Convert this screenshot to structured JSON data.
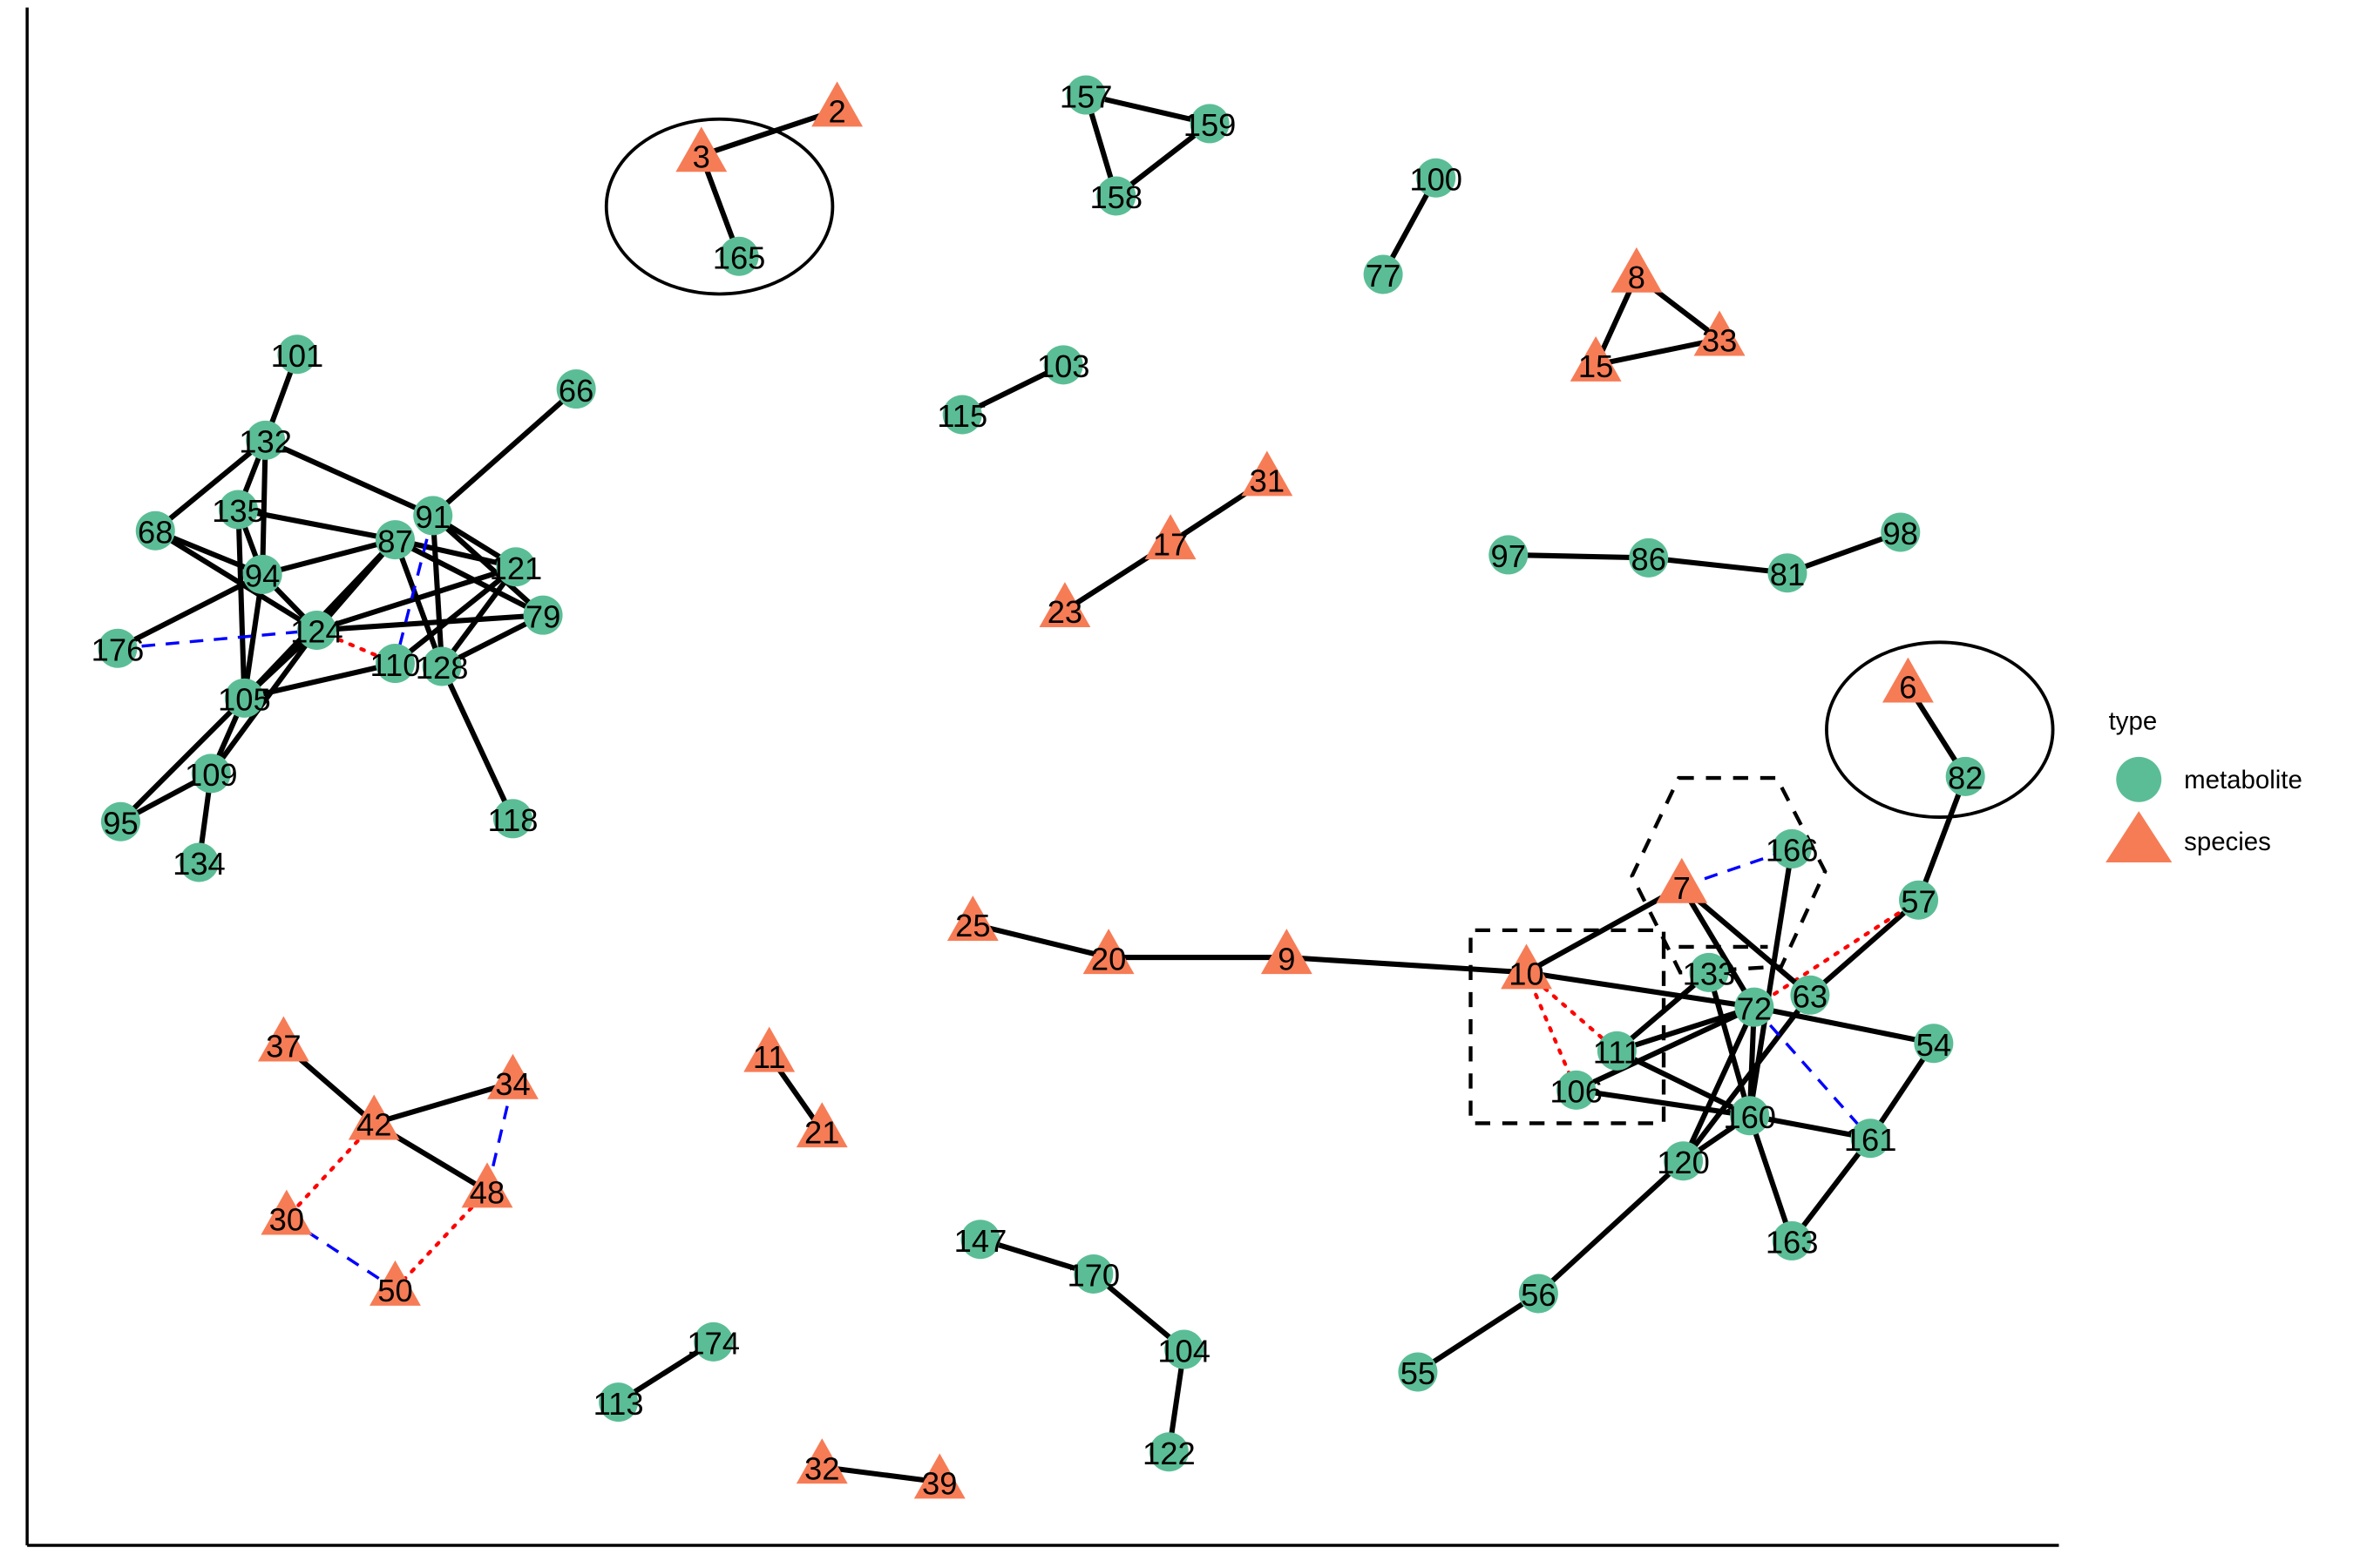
{
  "legend": {
    "title": "type",
    "items": [
      {
        "label": "metabolite",
        "shape": "circle",
        "color": "#5bbd96"
      },
      {
        "label": "species",
        "shape": "triangle",
        "color": "#f67c56"
      }
    ]
  },
  "colors": {
    "metabolite": "#5bbd96",
    "species": "#f67c56",
    "solid_edge": "#000000",
    "dashed_edge": "#0000ff",
    "dotted_edge": "#ff0000"
  },
  "nodes": [
    {
      "id": "101",
      "type": "metabolite"
    },
    {
      "id": "66",
      "type": "metabolite"
    },
    {
      "id": "132",
      "type": "metabolite"
    },
    {
      "id": "135",
      "type": "metabolite"
    },
    {
      "id": "68",
      "type": "metabolite"
    },
    {
      "id": "91",
      "type": "metabolite"
    },
    {
      "id": "87",
      "type": "metabolite"
    },
    {
      "id": "94",
      "type": "metabolite"
    },
    {
      "id": "121",
      "type": "metabolite"
    },
    {
      "id": "79",
      "type": "metabolite"
    },
    {
      "id": "176",
      "type": "metabolite"
    },
    {
      "id": "124",
      "type": "metabolite"
    },
    {
      "id": "110",
      "type": "metabolite"
    },
    {
      "id": "128",
      "type": "metabolite"
    },
    {
      "id": "105",
      "type": "metabolite"
    },
    {
      "id": "109",
      "type": "metabolite"
    },
    {
      "id": "95",
      "type": "metabolite"
    },
    {
      "id": "134",
      "type": "metabolite"
    },
    {
      "id": "118",
      "type": "metabolite"
    },
    {
      "id": "2",
      "type": "species"
    },
    {
      "id": "3",
      "type": "species"
    },
    {
      "id": "165",
      "type": "metabolite"
    },
    {
      "id": "157",
      "type": "metabolite"
    },
    {
      "id": "159",
      "type": "metabolite"
    },
    {
      "id": "158",
      "type": "metabolite"
    },
    {
      "id": "100",
      "type": "metabolite"
    },
    {
      "id": "77",
      "type": "metabolite"
    },
    {
      "id": "8",
      "type": "species"
    },
    {
      "id": "15",
      "type": "species"
    },
    {
      "id": "33",
      "type": "species"
    },
    {
      "id": "103",
      "type": "metabolite"
    },
    {
      "id": "115",
      "type": "metabolite"
    },
    {
      "id": "31",
      "type": "species"
    },
    {
      "id": "17",
      "type": "species"
    },
    {
      "id": "23",
      "type": "species"
    },
    {
      "id": "97",
      "type": "metabolite"
    },
    {
      "id": "86",
      "type": "metabolite"
    },
    {
      "id": "81",
      "type": "metabolite"
    },
    {
      "id": "98",
      "type": "metabolite"
    },
    {
      "id": "6",
      "type": "species"
    },
    {
      "id": "82",
      "type": "metabolite"
    },
    {
      "id": "166",
      "type": "metabolite"
    },
    {
      "id": "7",
      "type": "species"
    },
    {
      "id": "57",
      "type": "metabolite"
    },
    {
      "id": "10",
      "type": "species"
    },
    {
      "id": "133",
      "type": "metabolite"
    },
    {
      "id": "72",
      "type": "metabolite"
    },
    {
      "id": "63",
      "type": "metabolite"
    },
    {
      "id": "54",
      "type": "metabolite"
    },
    {
      "id": "111",
      "type": "metabolite"
    },
    {
      "id": "106",
      "type": "metabolite"
    },
    {
      "id": "160",
      "type": "metabolite"
    },
    {
      "id": "161",
      "type": "metabolite"
    },
    {
      "id": "120",
      "type": "metabolite"
    },
    {
      "id": "163",
      "type": "metabolite"
    },
    {
      "id": "56",
      "type": "metabolite"
    },
    {
      "id": "55",
      "type": "metabolite"
    },
    {
      "id": "25",
      "type": "species"
    },
    {
      "id": "20",
      "type": "species"
    },
    {
      "id": "9",
      "type": "species"
    },
    {
      "id": "11",
      "type": "species"
    },
    {
      "id": "21",
      "type": "species"
    },
    {
      "id": "37",
      "type": "species"
    },
    {
      "id": "42",
      "type": "species"
    },
    {
      "id": "34",
      "type": "species"
    },
    {
      "id": "48",
      "type": "species"
    },
    {
      "id": "30",
      "type": "species"
    },
    {
      "id": "50",
      "type": "species"
    },
    {
      "id": "147",
      "type": "metabolite"
    },
    {
      "id": "170",
      "type": "metabolite"
    },
    {
      "id": "104",
      "type": "metabolite"
    },
    {
      "id": "122",
      "type": "metabolite"
    },
    {
      "id": "174",
      "type": "metabolite"
    },
    {
      "id": "113",
      "type": "metabolite"
    },
    {
      "id": "32",
      "type": "species"
    },
    {
      "id": "39",
      "type": "species"
    }
  ],
  "edges": [
    [
      "101",
      "132",
      "solid"
    ],
    [
      "132",
      "68",
      "solid"
    ],
    [
      "132",
      "135",
      "solid"
    ],
    [
      "132",
      "94",
      "solid"
    ],
    [
      "132",
      "91",
      "solid"
    ],
    [
      "135",
      "87",
      "solid"
    ],
    [
      "135",
      "105",
      "solid"
    ],
    [
      "135",
      "94",
      "solid"
    ],
    [
      "68",
      "94",
      "solid"
    ],
    [
      "68",
      "124",
      "solid"
    ],
    [
      "91",
      "66",
      "solid"
    ],
    [
      "91",
      "121",
      "solid"
    ],
    [
      "91",
      "79",
      "solid"
    ],
    [
      "91",
      "128",
      "solid"
    ],
    [
      "87",
      "94",
      "solid"
    ],
    [
      "87",
      "121",
      "solid"
    ],
    [
      "87",
      "79",
      "solid"
    ],
    [
      "87",
      "124",
      "solid"
    ],
    [
      "87",
      "128",
      "solid"
    ],
    [
      "87",
      "105",
      "solid"
    ],
    [
      "94",
      "176",
      "solid"
    ],
    [
      "94",
      "124",
      "solid"
    ],
    [
      "94",
      "105",
      "solid"
    ],
    [
      "121",
      "124",
      "solid"
    ],
    [
      "121",
      "128",
      "solid"
    ],
    [
      "121",
      "110",
      "solid"
    ],
    [
      "124",
      "79",
      "solid"
    ],
    [
      "124",
      "110",
      "dotted"
    ],
    [
      "124",
      "105",
      "solid"
    ],
    [
      "124",
      "109",
      "solid"
    ],
    [
      "110",
      "105",
      "solid"
    ],
    [
      "128",
      "79",
      "solid"
    ],
    [
      "128",
      "118",
      "solid"
    ],
    [
      "105",
      "95",
      "solid"
    ],
    [
      "105",
      "109",
      "solid"
    ],
    [
      "109",
      "95",
      "solid"
    ],
    [
      "109",
      "134",
      "solid"
    ],
    [
      "176",
      "124",
      "dashed"
    ],
    [
      "91",
      "110",
      "dashed"
    ],
    [
      "2",
      "3",
      "solid"
    ],
    [
      "3",
      "165",
      "solid"
    ],
    [
      "157",
      "159",
      "solid"
    ],
    [
      "157",
      "158",
      "solid"
    ],
    [
      "158",
      "159",
      "solid"
    ],
    [
      "100",
      "77",
      "solid"
    ],
    [
      "8",
      "15",
      "solid"
    ],
    [
      "8",
      "33",
      "solid"
    ],
    [
      "15",
      "33",
      "solid"
    ],
    [
      "103",
      "115",
      "solid"
    ],
    [
      "31",
      "17",
      "solid"
    ],
    [
      "17",
      "23",
      "solid"
    ],
    [
      "97",
      "86",
      "solid"
    ],
    [
      "86",
      "81",
      "solid"
    ],
    [
      "81",
      "98",
      "solid"
    ],
    [
      "6",
      "82",
      "solid"
    ],
    [
      "82",
      "57",
      "solid"
    ],
    [
      "57",
      "63",
      "solid"
    ],
    [
      "57",
      "72",
      "dotted"
    ],
    [
      "7",
      "10",
      "solid"
    ],
    [
      "7",
      "166",
      "dashed"
    ],
    [
      "7",
      "72",
      "solid"
    ],
    [
      "7",
      "63",
      "solid"
    ],
    [
      "10",
      "9",
      "solid"
    ],
    [
      "10",
      "72",
      "solid"
    ],
    [
      "10",
      "111",
      "dotted"
    ],
    [
      "10",
      "106",
      "dotted"
    ],
    [
      "166",
      "160",
      "solid"
    ],
    [
      "133",
      "111",
      "solid"
    ],
    [
      "133",
      "160",
      "solid"
    ],
    [
      "111",
      "72",
      "solid"
    ],
    [
      "106",
      "72",
      "solid"
    ],
    [
      "111",
      "160",
      "solid"
    ],
    [
      "106",
      "160",
      "solid"
    ],
    [
      "72",
      "54",
      "solid"
    ],
    [
      "72",
      "160",
      "solid"
    ],
    [
      "72",
      "120",
      "solid"
    ],
    [
      "63",
      "120",
      "solid"
    ],
    [
      "72",
      "161",
      "dashed"
    ],
    [
      "160",
      "161",
      "solid"
    ],
    [
      "161",
      "54",
      "solid"
    ],
    [
      "160",
      "163",
      "solid"
    ],
    [
      "163",
      "161",
      "solid"
    ],
    [
      "120",
      "160",
      "solid"
    ],
    [
      "120",
      "56",
      "solid"
    ],
    [
      "56",
      "55",
      "solid"
    ],
    [
      "25",
      "20",
      "solid"
    ],
    [
      "20",
      "9",
      "solid"
    ],
    [
      "11",
      "21",
      "solid"
    ],
    [
      "37",
      "42",
      "solid"
    ],
    [
      "42",
      "34",
      "solid"
    ],
    [
      "42",
      "48",
      "solid"
    ],
    [
      "42",
      "30",
      "dotted"
    ],
    [
      "34",
      "48",
      "dashed"
    ],
    [
      "30",
      "50",
      "dashed"
    ],
    [
      "50",
      "48",
      "dotted"
    ],
    [
      "147",
      "170",
      "solid"
    ],
    [
      "170",
      "104",
      "solid"
    ],
    [
      "104",
      "122",
      "solid"
    ],
    [
      "174",
      "113",
      "solid"
    ],
    [
      "32",
      "39",
      "solid"
    ]
  ]
}
